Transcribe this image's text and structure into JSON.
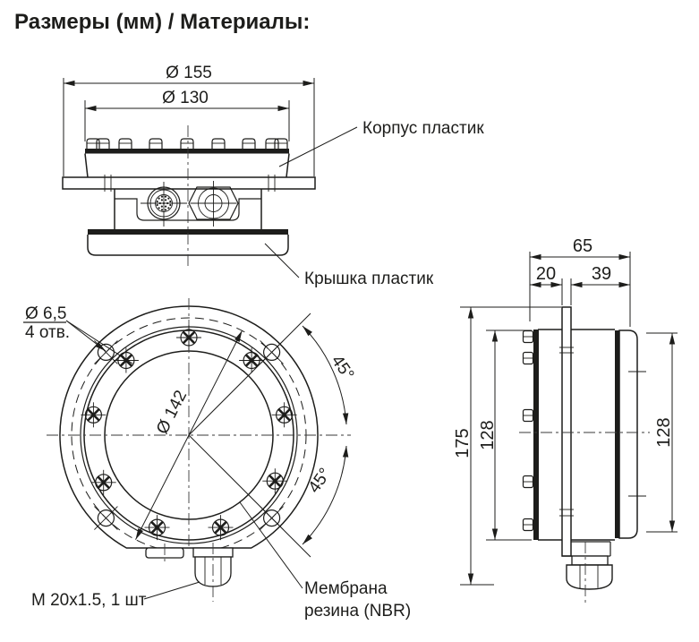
{
  "title": "Размеры (мм) / Материалы:",
  "colors": {
    "ink": "#1d1d1b",
    "background": "#ffffff"
  },
  "top_view": {
    "dim_outer": "Ø 155",
    "dim_inner": "Ø 130",
    "label_body": "Корпус пластик",
    "label_cover": "Крышка пластик"
  },
  "front_view": {
    "label_holes_dia": "Ø 6,5",
    "label_holes_count": "4 отв.",
    "dim_bolt_circle": "Ø 142",
    "angle_top": "45°",
    "angle_bottom": "45°",
    "label_gland": "М 20x1.5, 1 шт",
    "label_membrane_1": "Мембрана",
    "label_membrane_2": "резина (NBR)"
  },
  "side_view": {
    "dim_total_width": "65",
    "dim_front_depth": "20",
    "dim_rear_depth": "39",
    "dim_total_height": "175",
    "dim_body_height_left": "128",
    "dim_body_height_right": "128"
  }
}
